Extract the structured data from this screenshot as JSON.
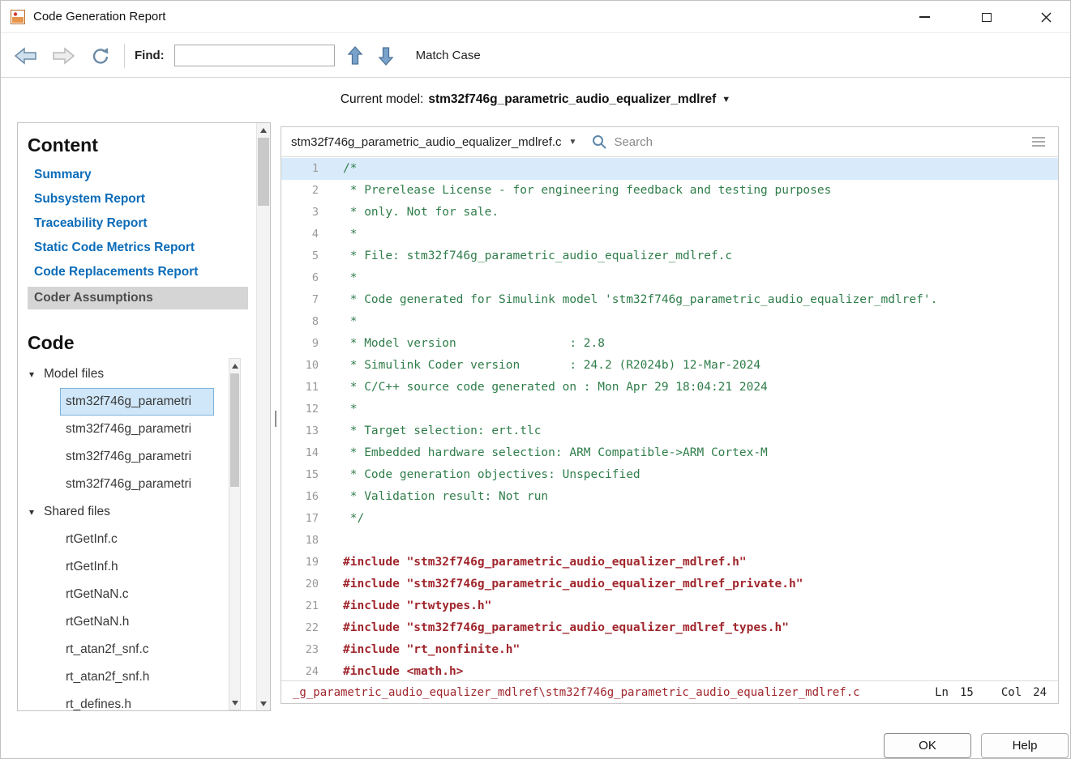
{
  "window": {
    "title": "Code Generation Report"
  },
  "icons": {
    "dropdown_arrow": "▼",
    "tree_expanded": "▾"
  },
  "toolbar": {
    "find_label": "Find:",
    "find_value": "",
    "match_case_label": "Match Case"
  },
  "model_bar": {
    "label": "Current model:",
    "model": "stm32f746g_parametric_audio_equalizer_mdlref"
  },
  "sidebar": {
    "content_heading": "Content",
    "content_links": [
      "Summary",
      "Subsystem Report",
      "Traceability Report",
      "Static Code Metrics Report",
      "Code Replacements Report"
    ],
    "selected_item": "Coder Assumptions",
    "code_heading": "Code",
    "sections": [
      {
        "label": "Model files",
        "selected_index": 0,
        "items": [
          "stm32f746g_parametri",
          "stm32f746g_parametri",
          "stm32f746g_parametri",
          "stm32f746g_parametri"
        ]
      },
      {
        "label": "Shared files",
        "selected_index": -1,
        "items": [
          "rtGetInf.c",
          "rtGetInf.h",
          "rtGetNaN.c",
          "rtGetNaN.h",
          "rt_atan2f_snf.c",
          "rt_atan2f_snf.h",
          "rt_defines.h"
        ]
      }
    ]
  },
  "code_pane": {
    "file_selector": "stm32f746g_parametric_audio_equalizer_mdlref.c",
    "search_placeholder": "Search",
    "highlighted_line": 1,
    "lines": [
      {
        "n": 1,
        "type": "comment",
        "text": "/*"
      },
      {
        "n": 2,
        "type": "comment",
        "text": " * Prerelease License - for engineering feedback and testing purposes"
      },
      {
        "n": 3,
        "type": "comment",
        "text": " * only. Not for sale."
      },
      {
        "n": 4,
        "type": "comment",
        "text": " *"
      },
      {
        "n": 5,
        "type": "comment",
        "text": " * File: stm32f746g_parametric_audio_equalizer_mdlref.c"
      },
      {
        "n": 6,
        "type": "comment",
        "text": " *"
      },
      {
        "n": 7,
        "type": "comment",
        "text": " * Code generated for Simulink model 'stm32f746g_parametric_audio_equalizer_mdlref'."
      },
      {
        "n": 8,
        "type": "comment",
        "text": " *"
      },
      {
        "n": 9,
        "type": "comment",
        "text": " * Model version                : 2.8"
      },
      {
        "n": 10,
        "type": "comment",
        "text": " * Simulink Coder version       : 24.2 (R2024b) 12-Mar-2024"
      },
      {
        "n": 11,
        "type": "comment",
        "text": " * C/C++ source code generated on : Mon Apr 29 18:04:21 2024"
      },
      {
        "n": 12,
        "type": "comment",
        "text": " *"
      },
      {
        "n": 13,
        "type": "comment",
        "text": " * Target selection: ert.tlc"
      },
      {
        "n": 14,
        "type": "comment",
        "text": " * Embedded hardware selection: ARM Compatible->ARM Cortex-M"
      },
      {
        "n": 15,
        "type": "comment",
        "text": " * Code generation objectives: Unspecified"
      },
      {
        "n": 16,
        "type": "comment",
        "text": " * Validation result: Not run"
      },
      {
        "n": 17,
        "type": "comment",
        "text": " */"
      },
      {
        "n": 18,
        "type": "plain",
        "text": ""
      },
      {
        "n": 19,
        "type": "preproc",
        "text": "#include \"stm32f746g_parametric_audio_equalizer_mdlref.h\""
      },
      {
        "n": 20,
        "type": "preproc",
        "text": "#include \"stm32f746g_parametric_audio_equalizer_mdlref_private.h\""
      },
      {
        "n": 21,
        "type": "preproc",
        "text": "#include \"rtwtypes.h\""
      },
      {
        "n": 22,
        "type": "preproc",
        "text": "#include \"stm32f746g_parametric_audio_equalizer_mdlref_types.h\""
      },
      {
        "n": 23,
        "type": "preproc",
        "text": "#include \"rt_nonfinite.h\""
      },
      {
        "n": 24,
        "type": "preproc",
        "text": "#include <math.h>"
      }
    ]
  },
  "status_bar": {
    "path": "_g_parametric_audio_equalizer_mdlref\\stm32f746g_parametric_audio_equalizer_mdlref.c",
    "ln_label": "Ln",
    "ln": "15",
    "col_label": "Col",
    "col": "24"
  },
  "footer": {
    "ok_label": "OK",
    "help_label": "Help"
  },
  "colors": {
    "link_blue": "#0c6cb8",
    "selection_bg": "#cfe7f9",
    "selection_border": "#7fb2dc",
    "preproc_red": "#a0262c",
    "comment_green": "#2f7d4a",
    "line_highlight": "#d9ebfb"
  }
}
